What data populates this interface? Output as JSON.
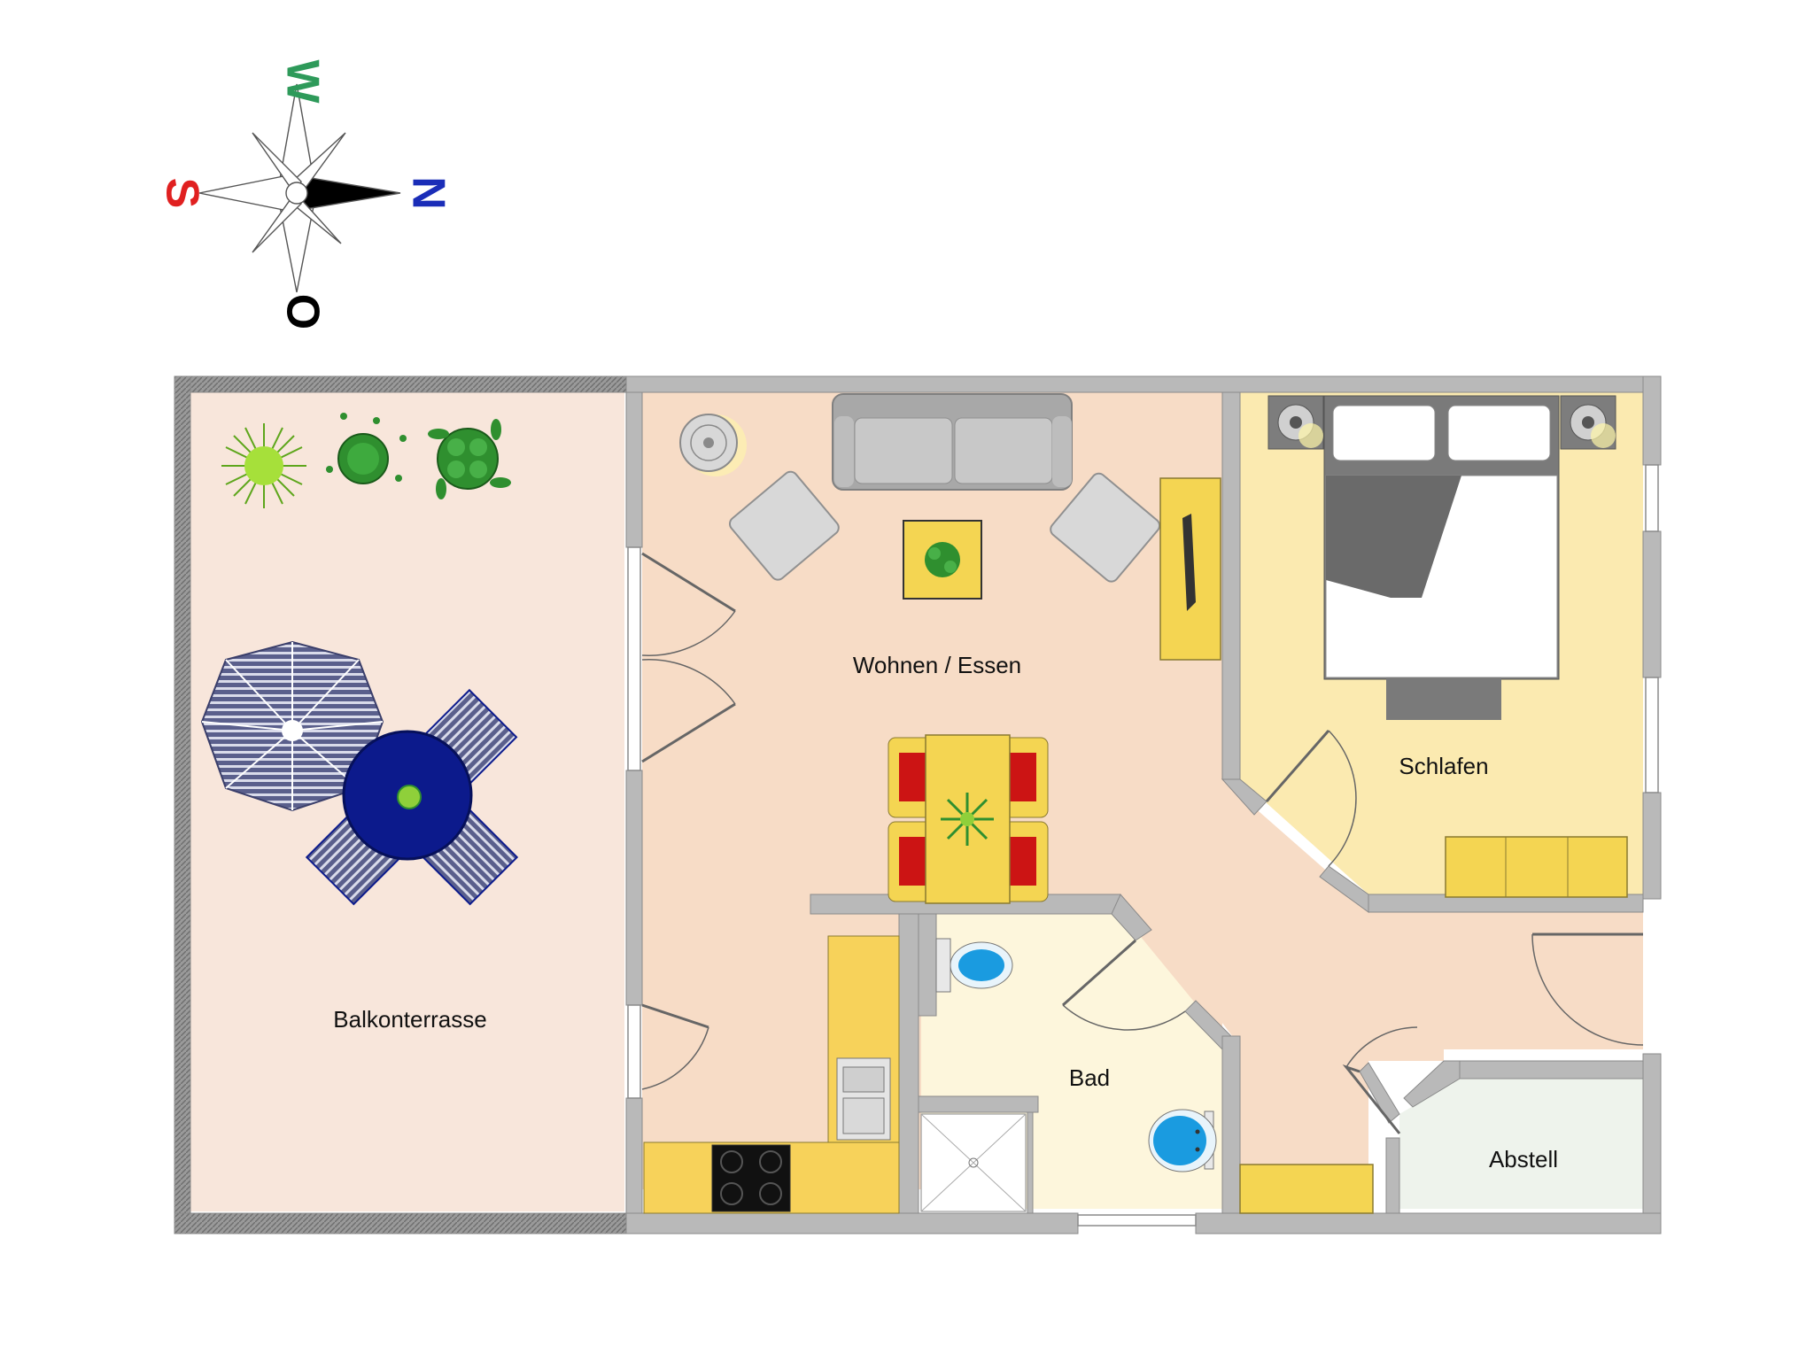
{
  "compass": {
    "north": "N",
    "south": "S",
    "west": "W",
    "east": "O",
    "colors": {
      "north": "#1a2db8",
      "south": "#e02020",
      "west": "#2e9a5a",
      "east": "#000000"
    }
  },
  "rooms": {
    "balcony": "Balkonterrasse",
    "living": "Wohnen / Essen",
    "bedroom": "Schlafen",
    "bath": "Bad",
    "storage": "Abstell"
  },
  "colors": {
    "wall": "#b9b9b9",
    "wall_edge": "#8a8a8a",
    "balcony_floor": "#f8e6db",
    "living_floor": "#f7dcc6",
    "bedroom_floor": "#fbeab0",
    "bath_floor": "#fdf6dc",
    "storage_floor": "#eef3ec",
    "kitchen": "#f7d25a",
    "sofa": "#a8a8a8",
    "chair_red": "#cc1414",
    "table_yellow": "#f4d552",
    "umbrella": "#5a5f8c",
    "patio_table": "#0c1a8c",
    "plant_green": "#2f8f2f",
    "sink_blue": "#1a9be0"
  }
}
